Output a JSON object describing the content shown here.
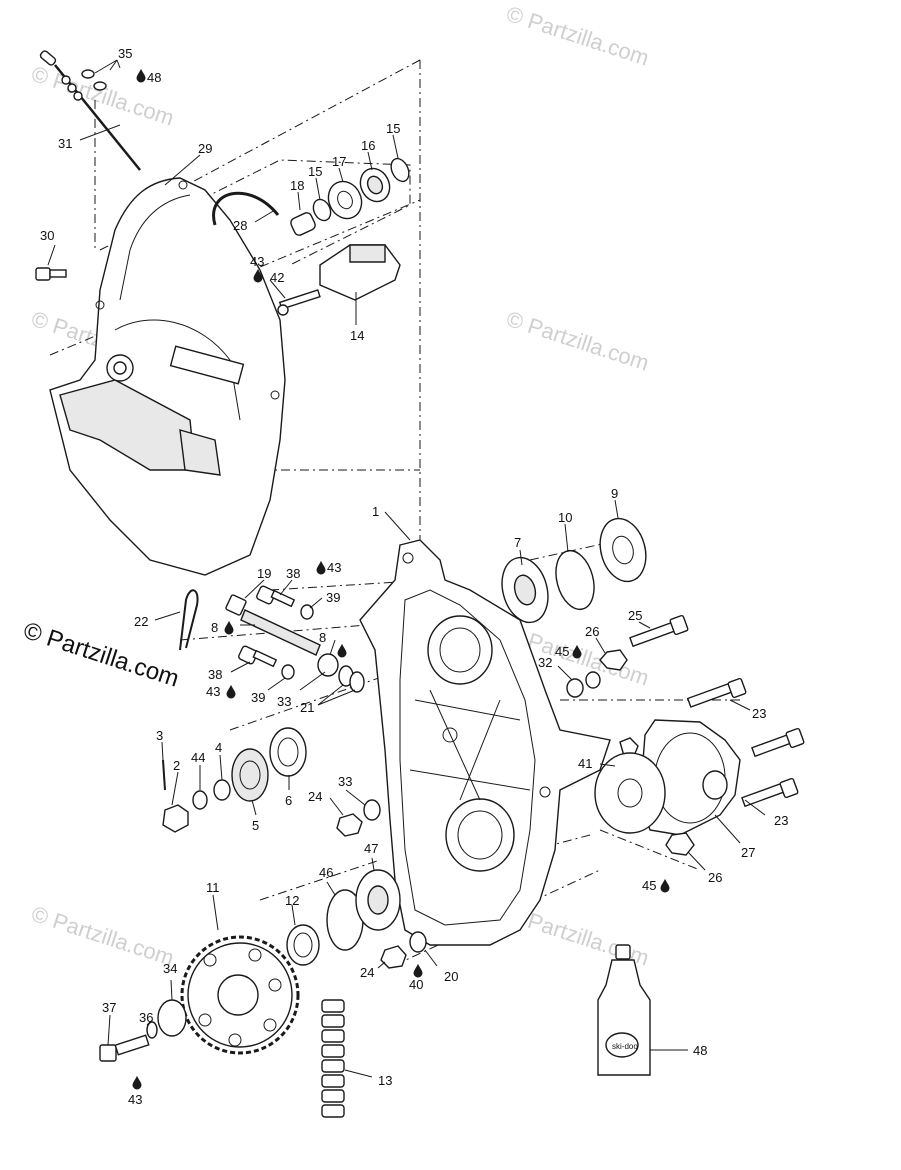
{
  "brand": {
    "text": "© Partzilla.com"
  },
  "watermark": {
    "text": "© Partzilla.com"
  },
  "bottle": {
    "label": "ski-doo"
  },
  "callouts": {
    "c35": "35",
    "c48a": "48",
    "c31": "31",
    "c29": "29",
    "c30": "30",
    "c28": "28",
    "c18": "18",
    "c15a": "15",
    "c17": "17",
    "c16": "16",
    "c15b": "15",
    "c43a": "43",
    "c42": "42",
    "c14": "14",
    "c1": "1",
    "c7": "7",
    "c10": "10",
    "c9": "9",
    "c19": "19",
    "c38a": "38",
    "c43b": "43",
    "c39a": "39",
    "c22": "22",
    "c8a": "8",
    "c8b": "8",
    "c38b": "38",
    "c43c": "43",
    "c39b": "39",
    "c33a": "33",
    "c21": "21",
    "c25": "25",
    "c26a": "26",
    "c45a": "45",
    "c32": "32",
    "c23a": "23",
    "c23b": "23",
    "c41": "41",
    "c27": "27",
    "c45b": "45",
    "c26b": "26",
    "c3": "3",
    "c2": "2",
    "c44": "44",
    "c4": "4",
    "c6": "6",
    "c5": "5",
    "c33b": "33",
    "c24a": "24",
    "c11": "11",
    "c12": "12",
    "c46": "46",
    "c47": "47",
    "c34": "34",
    "c36": "36",
    "c37": "37",
    "c43d": "43",
    "c24b": "24",
    "c40": "40",
    "c20": "20",
    "c13": "13",
    "c48b": "48"
  }
}
